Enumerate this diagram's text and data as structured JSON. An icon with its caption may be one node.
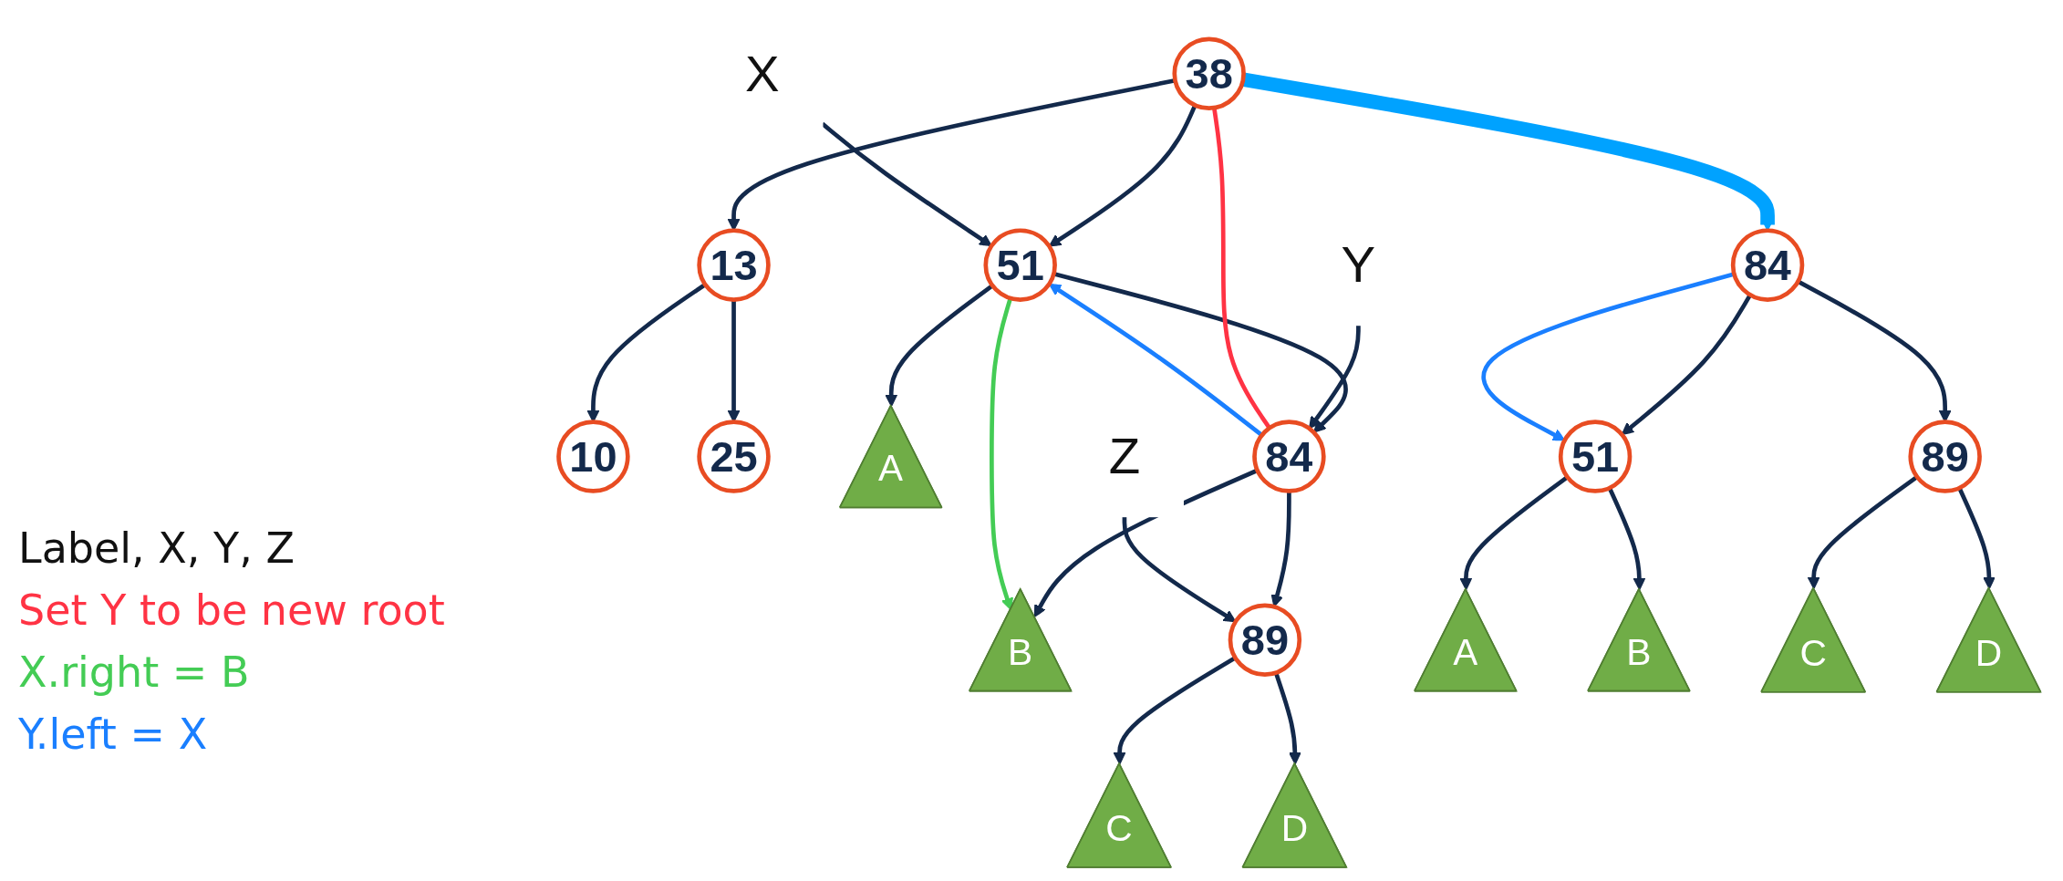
{
  "diagram": {
    "nodes": [
      {
        "text": [
          "38"
        ]
      },
      {
        "text": [
          "13"
        ]
      },
      {
        "text": [
          "51"
        ]
      },
      {
        "text": [
          "10"
        ]
      },
      {
        "text": [
          "25"
        ]
      },
      {
        "text": [
          "A"
        ]
      },
      {
        "text": [
          "84"
        ]
      },
      {
        "text": [
          "B"
        ]
      },
      {
        "text": [
          "89"
        ]
      },
      {
        "text": [
          "C"
        ]
      },
      {
        "text": [
          "D"
        ]
      },
      {
        "text": [
          "X"
        ]
      },
      {
        "text": [
          "Y"
        ]
      },
      {
        "text": [
          "Z"
        ]
      },
      {
        "text": [
          "84"
        ]
      },
      {
        "text": [
          "51"
        ]
      },
      {
        "text": [
          "89"
        ]
      },
      {
        "text": [
          "A"
        ]
      },
      {
        "text": [
          "B"
        ]
      },
      {
        "text": [
          "C"
        ]
      },
      {
        "text": [
          "D"
        ]
      }
    ],
    "edges": [
      {
        "from": 0,
        "to": 1,
        "arrow": "to"
      },
      {
        "from": 0,
        "to": 2,
        "arrow": "to"
      },
      {
        "from": 1,
        "to": 3,
        "arrow": "to"
      },
      {
        "from": 1,
        "to": 4,
        "arrow": "to"
      },
      {
        "from": 2,
        "to": 5,
        "arrow": "to"
      },
      {
        "from": 2,
        "to": 6,
        "arrow": "to"
      },
      {
        "from": 6,
        "to": 7,
        "arrow": "to"
      },
      {
        "from": 6,
        "to": 8,
        "arrow": "to"
      },
      {
        "from": 8,
        "to": 9,
        "arrow": "to"
      },
      {
        "from": 8,
        "to": 10,
        "arrow": "to"
      },
      {
        "from": 11,
        "to": 2,
        "arrow": "to"
      },
      {
        "from": 12,
        "to": 6,
        "arrow": "to"
      },
      {
        "from": 13,
        "to": 8,
        "arrow": "to"
      },
      {
        "from": 0,
        "to": 6,
        "arrow": "none",
        "color": "#ff3344"
      },
      {
        "from": 2,
        "to": 7,
        "arrow": "to",
        "color": "#44cc55"
      },
      {
        "from": 6,
        "to": 2,
        "arrow": "to",
        "color": "#1a7fff"
      },
      {
        "from": 0,
        "to": 14,
        "arrow": "to",
        "style": "thick",
        "color": "#00a2ff"
      },
      {
        "from": 14,
        "to": 15,
        "arrow": "to"
      },
      {
        "from": 14,
        "to": 16,
        "arrow": "to"
      },
      {
        "from": 15,
        "to": 17,
        "arrow": "to"
      },
      {
        "from": 15,
        "to": 18,
        "arrow": "to"
      },
      {
        "from": 16,
        "to": 19,
        "arrow": "to"
      },
      {
        "from": 16,
        "to": 20,
        "arrow": "to"
      },
      {
        "from": 14,
        "to": 15,
        "arrow": "to",
        "color": "#1a7fff"
      }
    ],
    "labels": [
      "Label, X, Y, Z",
      "Set Y to be new root",
      "X.right = B",
      "Y.left = X"
    ]
  }
}
